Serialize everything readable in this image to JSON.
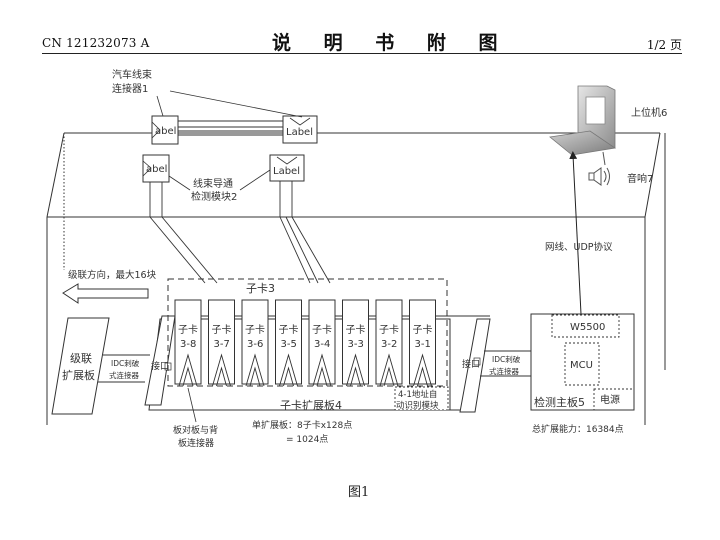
{
  "header": {
    "doc_number": "CN 121232073 A",
    "title": "说 明 书 附 图",
    "page": "1/2 页"
  },
  "figure_caption": "图1",
  "diagram": {
    "harness_connector_label_1": "汽车线束",
    "harness_connector_label_2": "连接器1",
    "connector_box_text": "Label",
    "connector_box_text_clipped": "abel",
    "guide_module_label_1": "线束导通",
    "guide_module_label_2": "检测模块2",
    "host_label": "上位机6",
    "speaker_label": "音响7",
    "network_label": "网线、UDP协议",
    "cascade_direction": "级联方向，最大16块",
    "cascade_board_1": "级联",
    "cascade_board_2": "扩展板",
    "idc_label_1": "IDC刺破",
    "idc_label_2": "式连接器",
    "interface_label": "接口",
    "subcard_group_label": "子卡3",
    "subcards": [
      {
        "name": "子卡",
        "id": "3-8"
      },
      {
        "name": "子卡",
        "id": "3-7"
      },
      {
        "name": "子卡",
        "id": "3-6"
      },
      {
        "name": "子卡",
        "id": "3-5"
      },
      {
        "name": "子卡",
        "id": "3-4"
      },
      {
        "name": "子卡",
        "id": "3-3"
      },
      {
        "name": "子卡",
        "id": "3-2"
      },
      {
        "name": "子卡",
        "id": "3-1"
      }
    ],
    "expansion_board_label": "子卡扩展板4",
    "address_module_1": "4-1地址自",
    "address_module_2": "动识别模块",
    "btb_connector_1": "板对板与背",
    "btb_connector_2": "板连接器",
    "single_board_capacity_1": "单扩展板：8子卡x128点",
    "single_board_capacity_2": "= 1024点",
    "main_board_label": "检测主板5",
    "w5500_label": "W5500",
    "mcu_label": "MCU",
    "power_label": "电源",
    "total_capacity": "总扩展能力：16384点"
  }
}
